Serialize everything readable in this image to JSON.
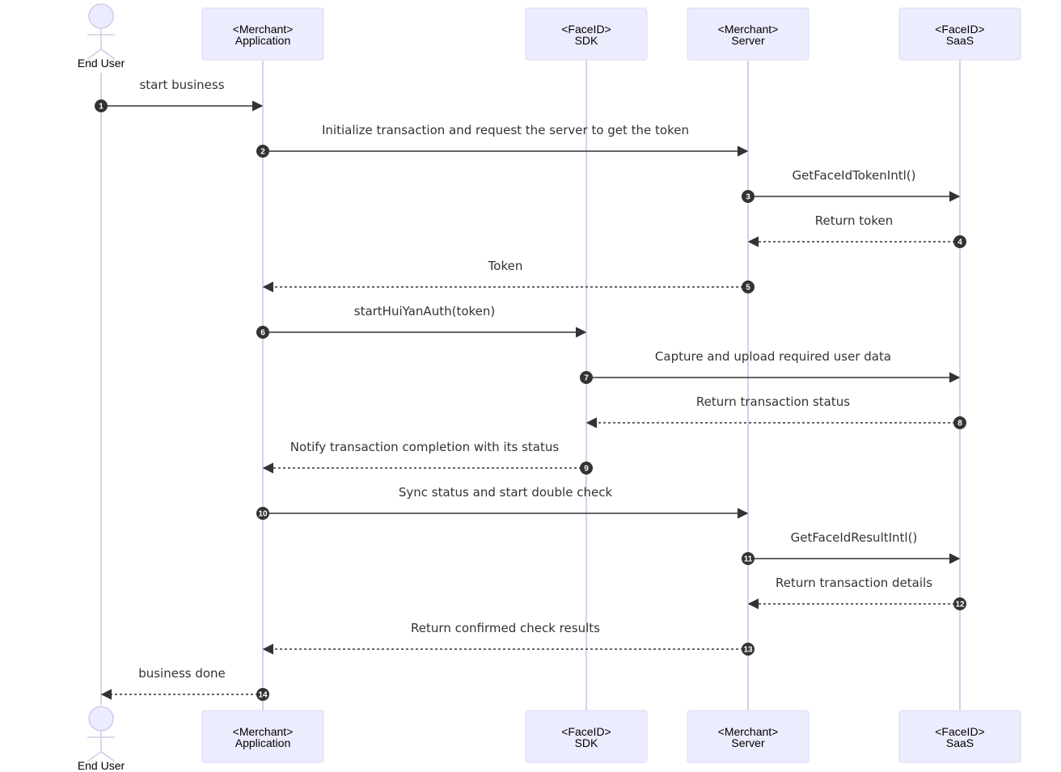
{
  "participants": [
    {
      "id": "user",
      "kind": "actor",
      "lines": [
        "End User"
      ]
    },
    {
      "id": "app",
      "kind": "box",
      "lines": [
        "<Merchant>",
        "Application"
      ]
    },
    {
      "id": "sdk",
      "kind": "box",
      "lines": [
        "<FaceID>",
        "SDK"
      ]
    },
    {
      "id": "server",
      "kind": "box",
      "lines": [
        "<Merchant>",
        "Server"
      ]
    },
    {
      "id": "saas",
      "kind": "box",
      "lines": [
        "<FaceID>",
        "SaaS"
      ]
    }
  ],
  "messages": [
    {
      "n": 1,
      "from": "user",
      "to": "app",
      "text": "start business",
      "style": "solid"
    },
    {
      "n": 2,
      "from": "app",
      "to": "server",
      "text": "Initialize transaction and request the server to get the token",
      "style": "solid"
    },
    {
      "n": 3,
      "from": "server",
      "to": "saas",
      "text": "GetFaceIdTokenIntl()",
      "style": "solid"
    },
    {
      "n": 4,
      "from": "saas",
      "to": "server",
      "text": "Return token",
      "style": "dashed"
    },
    {
      "n": 5,
      "from": "server",
      "to": "app",
      "text": "Token",
      "style": "dashed"
    },
    {
      "n": 6,
      "from": "app",
      "to": "sdk",
      "text": "startHuiYanAuth(token)",
      "style": "solid"
    },
    {
      "n": 7,
      "from": "sdk",
      "to": "saas",
      "text": "Capture and upload required user data",
      "style": "solid"
    },
    {
      "n": 8,
      "from": "saas",
      "to": "sdk",
      "text": "Return transaction status",
      "style": "dashed"
    },
    {
      "n": 9,
      "from": "sdk",
      "to": "app",
      "text": "Notify transaction completion with its status",
      "style": "dashed"
    },
    {
      "n": 10,
      "from": "app",
      "to": "server",
      "text": "Sync status and start double check",
      "style": "solid"
    },
    {
      "n": 11,
      "from": "server",
      "to": "saas",
      "text": "GetFaceIdResultIntl()",
      "style": "solid"
    },
    {
      "n": 12,
      "from": "saas",
      "to": "server",
      "text": "Return transaction details",
      "style": "dashed"
    },
    {
      "n": 13,
      "from": "server",
      "to": "app",
      "text": "Return confirmed check results",
      "style": "dashed"
    },
    {
      "n": 14,
      "from": "app",
      "to": "user",
      "text": "business done",
      "style": "dashed"
    }
  ],
  "colors": {
    "participant_fill": "#ECECFF",
    "participant_border": "#D9D9F5",
    "lifeline": "#D4D1EA",
    "arrow": "#333333"
  }
}
